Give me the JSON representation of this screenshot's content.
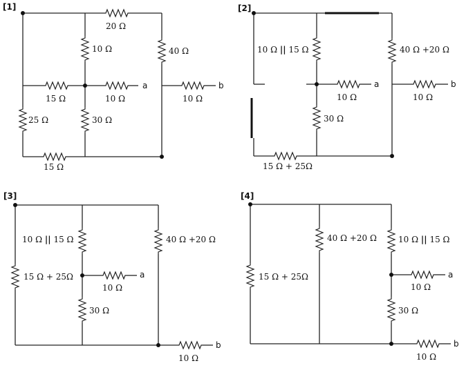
{
  "panels": {
    "p1": {
      "label": "[1]",
      "r_top": "20 Ω",
      "r_mid_up": "10 Ω",
      "r_right": "40 Ω",
      "r_left_h": "15 Ω",
      "r_center_h": "10 Ω",
      "r_out": "10 Ω",
      "r_left_v": "25 Ω",
      "r_mid_low": "30 Ω",
      "r_bottom": "15 Ω",
      "term_a": "a",
      "term_b": "b"
    },
    "p2": {
      "label": "[2]",
      "r_mid_up_a": "10 Ω",
      "par": "||",
      "r_mid_up_b": "15 Ω",
      "r_right": "40 Ω +20 Ω",
      "r_center_h": "10 Ω",
      "r_out": "10 Ω",
      "r_mid_low": "30 Ω",
      "r_bottom": "15 Ω + 25Ω",
      "term_a": "a",
      "term_b": "b"
    },
    "p3": {
      "label": "[3]",
      "r_mid_up_a": "10 Ω",
      "par": "||",
      "r_mid_up_b": "15 Ω",
      "r_right": "40 Ω +20 Ω",
      "r_left": "15 Ω + 25Ω",
      "r_center_h": "10 Ω",
      "r_mid_low": "30 Ω",
      "r_out": "10 Ω",
      "term_a": "a",
      "term_b": "b"
    },
    "p4": {
      "label": "[4]",
      "r_left": "15 Ω + 25Ω",
      "r_mid": "40 Ω +20 Ω",
      "r_right_up_a": "10 Ω",
      "par": "||",
      "r_right_up_b": "15 Ω",
      "r_center_h": "10 Ω",
      "r_right_low": "30 Ω",
      "r_out": "10 Ω",
      "term_a": "a",
      "term_b": "b"
    }
  }
}
